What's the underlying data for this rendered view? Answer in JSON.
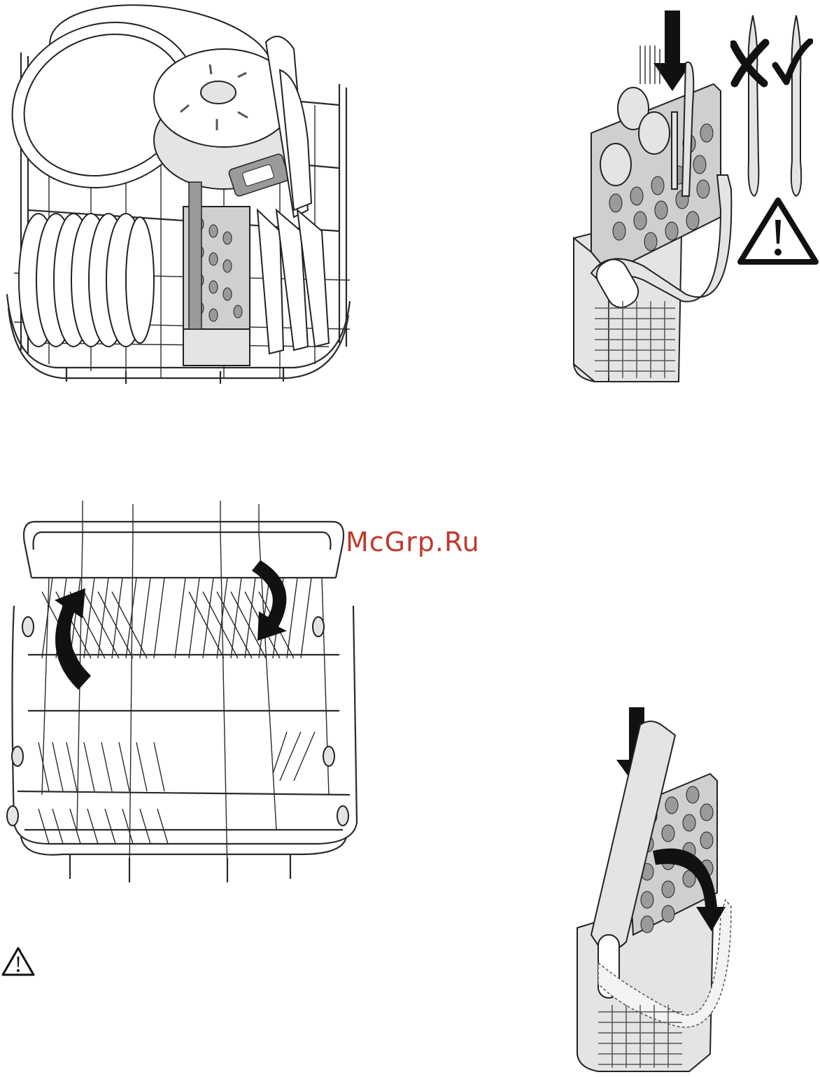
{
  "watermark": {
    "text": "McGrp.Ru",
    "color": "#c0392b"
  },
  "figures": {
    "loaded_lower_basket": {
      "icon": "loaded-basket-illustration"
    },
    "cutlery_basket_loading": {
      "icon": "cutlery-basket-illustration"
    },
    "knife_wrong_mark": {
      "icon": "cross-mark-icon"
    },
    "knife_right_mark": {
      "icon": "check-mark-icon"
    },
    "warning_triangle_large": {
      "icon": "warning-icon"
    },
    "folding_plate_supports": {
      "icon": "folding-rack-illustration"
    },
    "cutlery_basket_handle": {
      "icon": "cutlery-basket-handle-illustration"
    },
    "warning_triangle_small": {
      "icon": "warning-icon"
    }
  }
}
